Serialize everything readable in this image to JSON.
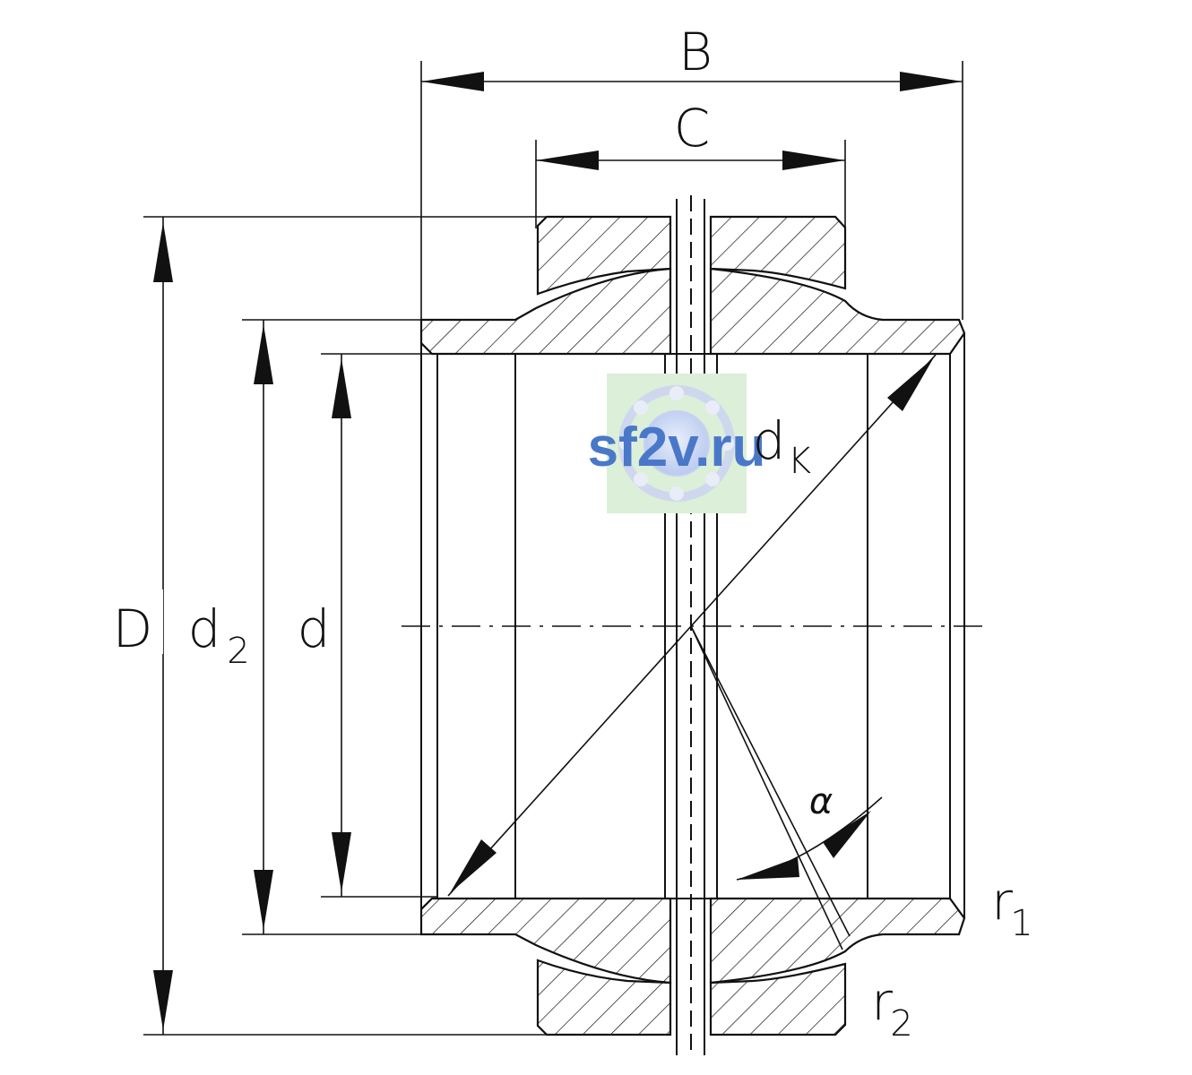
{
  "labels": {
    "B": "B",
    "C": "C",
    "D": "D",
    "d2_main": "d",
    "d2_sub": "2",
    "d": "d",
    "dk_main": "d",
    "dk_sub": "K",
    "alpha": "α",
    "r1_main": "r",
    "r1_sub": "1",
    "r2_main": "r",
    "r2_sub": "2"
  },
  "watermark": {
    "text": "sf2v.ru",
    "text_color": "#4a78c8",
    "box_color": "#dcefd8"
  },
  "colors": {
    "line": "#111111",
    "background": "#ffffff"
  }
}
